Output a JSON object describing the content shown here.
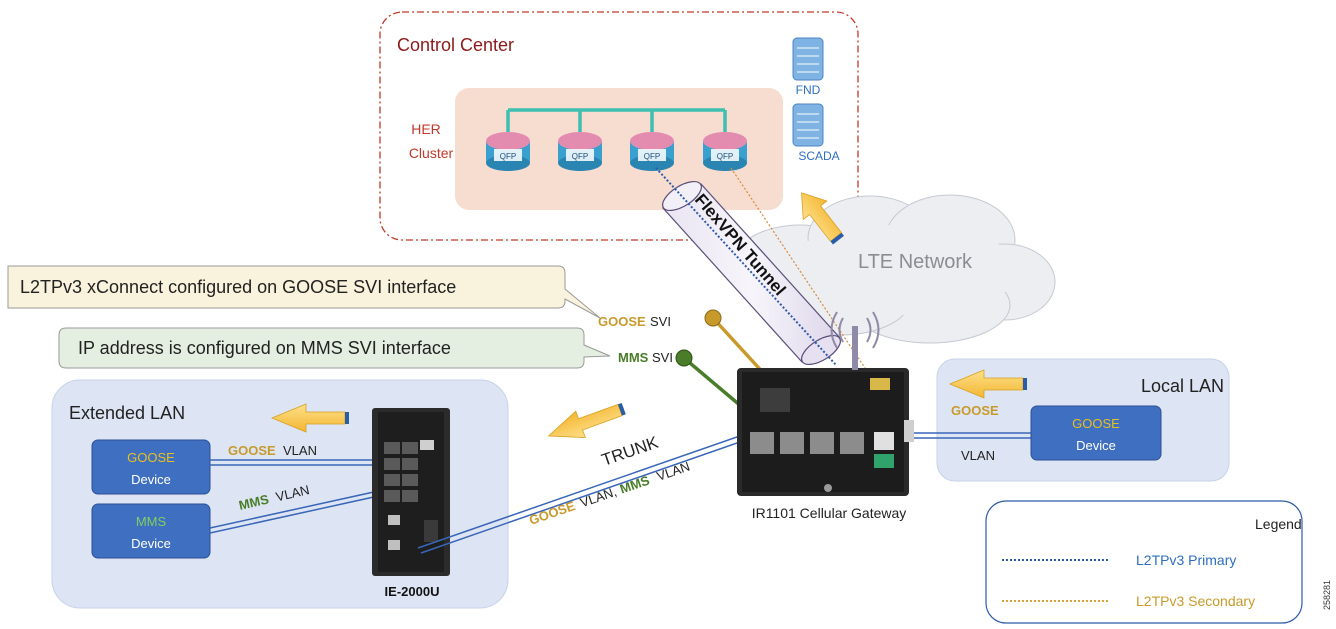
{
  "control_center": {
    "title": "Control Center",
    "her_line1": "HER",
    "her_line2": "Cluster",
    "router_label": "QFP",
    "fnd": "FND",
    "scada": "SCADA"
  },
  "tunnel": {
    "label": "FlexVPN Tunnel"
  },
  "lte": {
    "label": "LTE Network"
  },
  "callouts": {
    "goose_svi_note": "L2TPv3 xConnect configured on GOOSE SVI interface",
    "mms_svi_note": "IP address is configured on MMS SVI interface"
  },
  "svi": {
    "goose": "GOOSE",
    "mms": "MMS",
    "suffix": "SVI"
  },
  "extended_lan": {
    "title": "Extended LAN",
    "goose_device": {
      "line1": "GOOSE",
      "line2": "Device"
    },
    "mms_device": {
      "line1": "MMS",
      "line2": "Device"
    },
    "goose_vlan": {
      "bold": "GOOSE",
      "rest": "VLAN"
    },
    "mms_vlan": {
      "bold": "MMS",
      "rest": "VLAN"
    },
    "switch_label": "IE-2000U"
  },
  "trunk": {
    "label": "TRUNK",
    "goose": "GOOSE",
    "vlan1": "VLAN,",
    "mms": "MMS",
    "vlan2": "VLAN"
  },
  "gateway": {
    "label": "IR1101 Cellular Gateway"
  },
  "local_lan": {
    "title": "Local LAN",
    "goose_tag": "GOOSE",
    "vlan": "VLAN",
    "device": {
      "line1": "GOOSE",
      "line2": "Device"
    }
  },
  "legend": {
    "title": "Legend",
    "items": [
      {
        "label": "L2TPv3 Primary",
        "color": "#2e5aa8"
      },
      {
        "label": "L2TPv3 Secondary",
        "color": "#d9a33a"
      }
    ]
  },
  "figure_id": "258281",
  "colors": {
    "goose": "#c89a2c",
    "mms": "#4a7d2a",
    "device_fill": "#3f6fc0",
    "lan_bg": "#dde5f4",
    "her_bg": "#f6ddd0",
    "gold_text": "#e8c020"
  }
}
